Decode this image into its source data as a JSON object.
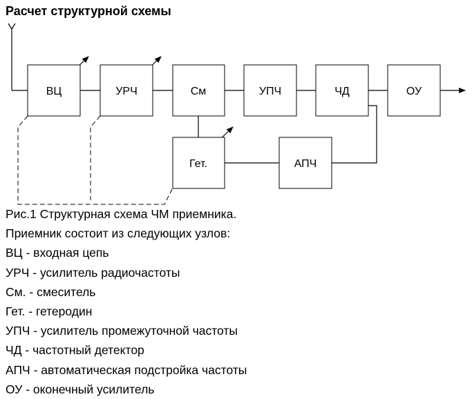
{
  "heading": "Расчет структурной схемы",
  "blocks": {
    "vc": "ВЦ",
    "urch": "УРЧ",
    "sm": "См",
    "upch": "УПЧ",
    "chd": "ЧД",
    "ou": "ОУ",
    "get": "Гет.",
    "apch": "АПЧ"
  },
  "caption": "Рис.1 Структурная схема ЧМ приемника.",
  "intro": "Приемник состоит из следующих узлов:",
  "legend": [
    "ВЦ - входная цепь",
    "УРЧ - усилитель радиочастоты",
    "См. - смеситель",
    "Гет. - гетеродин",
    "УПЧ - усилитель промежуточной частоты",
    "ЧД - частотный детектор",
    "АПЧ - автоматическая подстройка частоты",
    "ОУ - оконечный усилитель"
  ]
}
